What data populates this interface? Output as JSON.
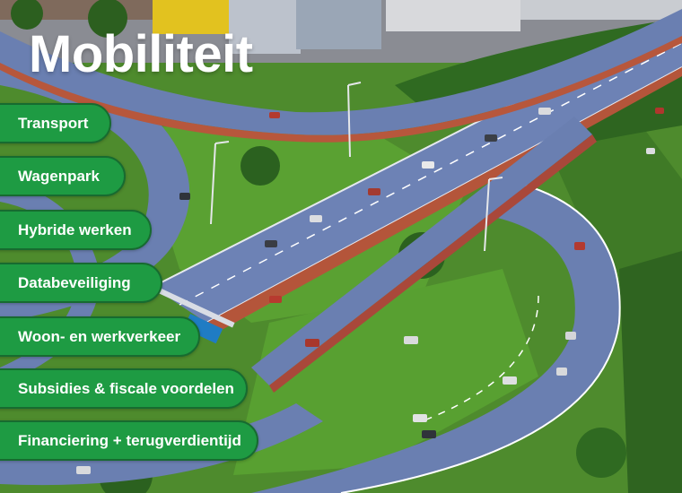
{
  "page": {
    "title": "Mobiliteit"
  },
  "menu": {
    "items": [
      {
        "label": "Transport"
      },
      {
        "label": "Wagenpark"
      },
      {
        "label": "Hybride werken"
      },
      {
        "label": "Databeveiliging"
      },
      {
        "label": "Woon- en werkverkeer"
      },
      {
        "label": "Subsidies & fiscale voordelen"
      },
      {
        "label": "Financiering + terugverdientijd"
      }
    ]
  },
  "colors": {
    "pill_fill": "#1e9b43",
    "pill_border": "#176b30",
    "title": "#ffffff",
    "grass": "#4f8e2c",
    "road": "#6f83b4"
  },
  "image": {
    "subject": "aerial-view-highway-interchange"
  }
}
